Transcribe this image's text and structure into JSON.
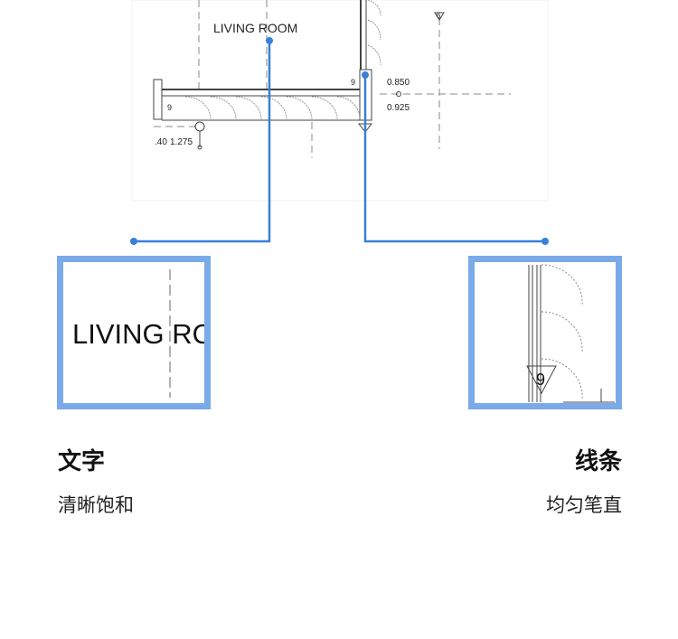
{
  "drawing": {
    "room_label": "LIVING ROOM",
    "dimensions": [
      "0.850",
      "0.925",
      "1.275",
      ".40"
    ],
    "tags": [
      "9",
      "6"
    ]
  },
  "callouts": {
    "left": {
      "title": "文字",
      "subtitle": "清晰饱和",
      "zoom_text": "LIVING RO"
    },
    "right": {
      "title": "线条",
      "subtitle": "均匀笔直",
      "zoom_tag": "9"
    }
  },
  "colors": {
    "accent": "#3a80d8",
    "frame": "#7aaae8"
  }
}
